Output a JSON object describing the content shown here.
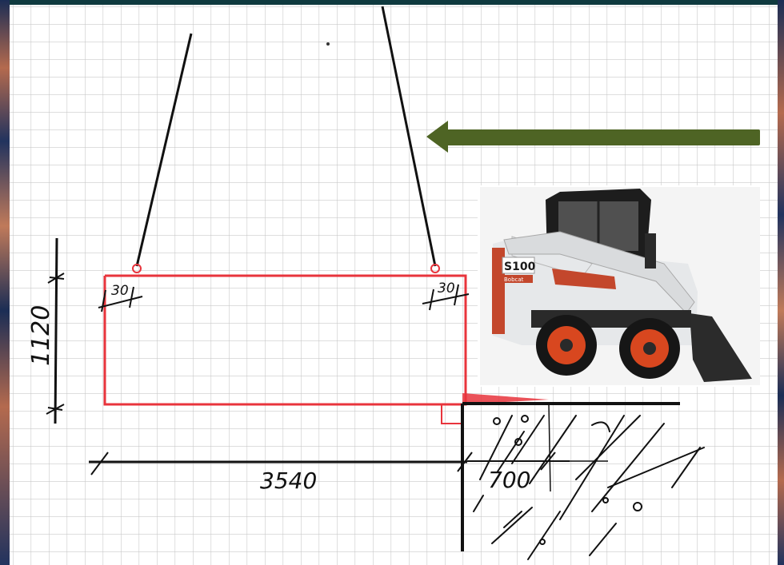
{
  "dimensions": {
    "height_label": "1120",
    "length_label": "3540",
    "offset_label": "700",
    "left_margin_label": "30",
    "right_margin_label": "30"
  },
  "machine_photo": {
    "model_label": "S100",
    "brand_label": "Bobcat"
  },
  "colors": {
    "outline": "#e8343c",
    "arrow": "#4e6424",
    "ink": "#111111",
    "grid": "#c9c9c9"
  }
}
